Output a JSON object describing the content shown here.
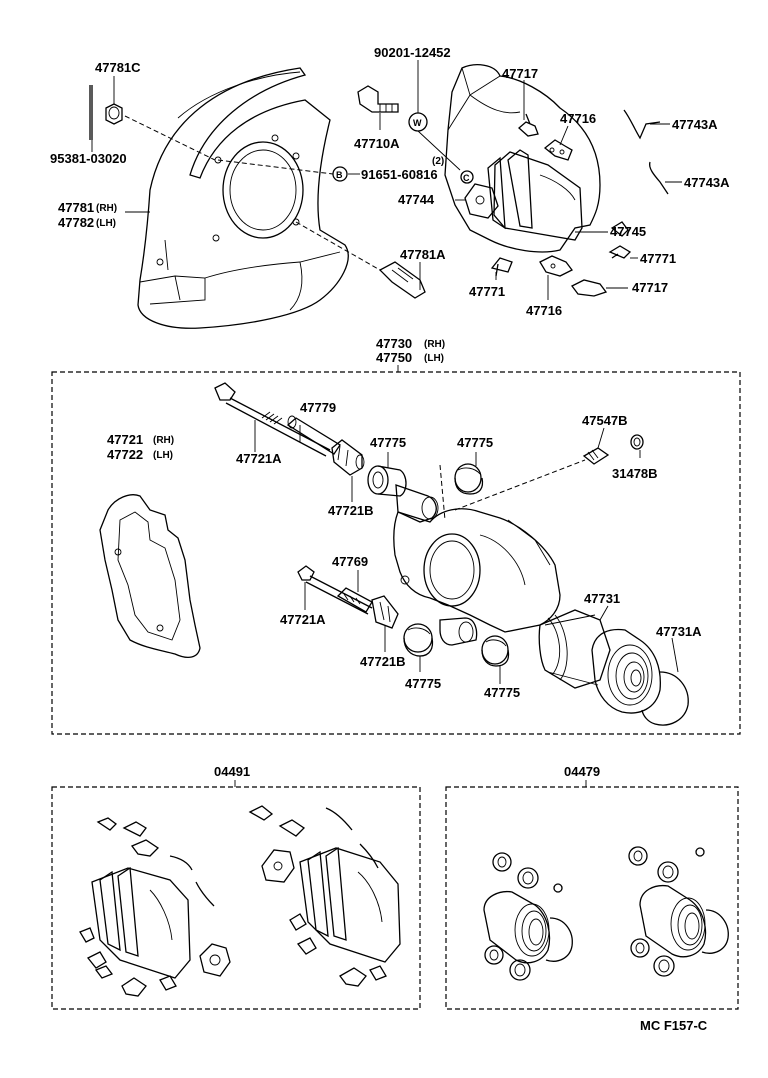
{
  "figure_code": "MC  F157-C",
  "sections": {
    "upper": {
      "labels": {
        "p47781C": "47781C",
        "p95381": "95381-03020",
        "p47781": "47781",
        "p47782": "47782",
        "rh": "(RH)",
        "lh": "(LH)",
        "p90201": "90201-12452",
        "p47710A": "47710A",
        "p91651": "91651-60816",
        "qty2": "(2)",
        "p47781A": "47781A",
        "p47717a": "47717",
        "p47716a": "47716",
        "p47743Aa": "47743A",
        "p47743Ab": "47743A",
        "p47744": "47744",
        "p47745": "47745",
        "p47771a": "47771",
        "p47771b": "47771",
        "p47716b": "47716",
        "p47717b": "47717"
      }
    },
    "caliper": {
      "title_rh": "47730",
      "title_lh": "47750",
      "rh": "(RH)",
      "lh": "(LH)",
      "labels": {
        "p47779": "47779",
        "p47721Aa": "47721A",
        "p47721Ba": "47721B",
        "p47775a": "47775",
        "p47775b": "47775",
        "p47547B": "47547B",
        "p31478B": "31478B",
        "p47721": "47721",
        "p47722": "47722",
        "p47769": "47769",
        "p47721Ab": "47721A",
        "p47721Bb": "47721B",
        "p47775c": "47775",
        "p47775d": "47775",
        "p47731": "47731",
        "p47731A": "47731A"
      }
    },
    "kits": {
      "pad_kit": "04491",
      "seal_kit": "04479"
    }
  }
}
